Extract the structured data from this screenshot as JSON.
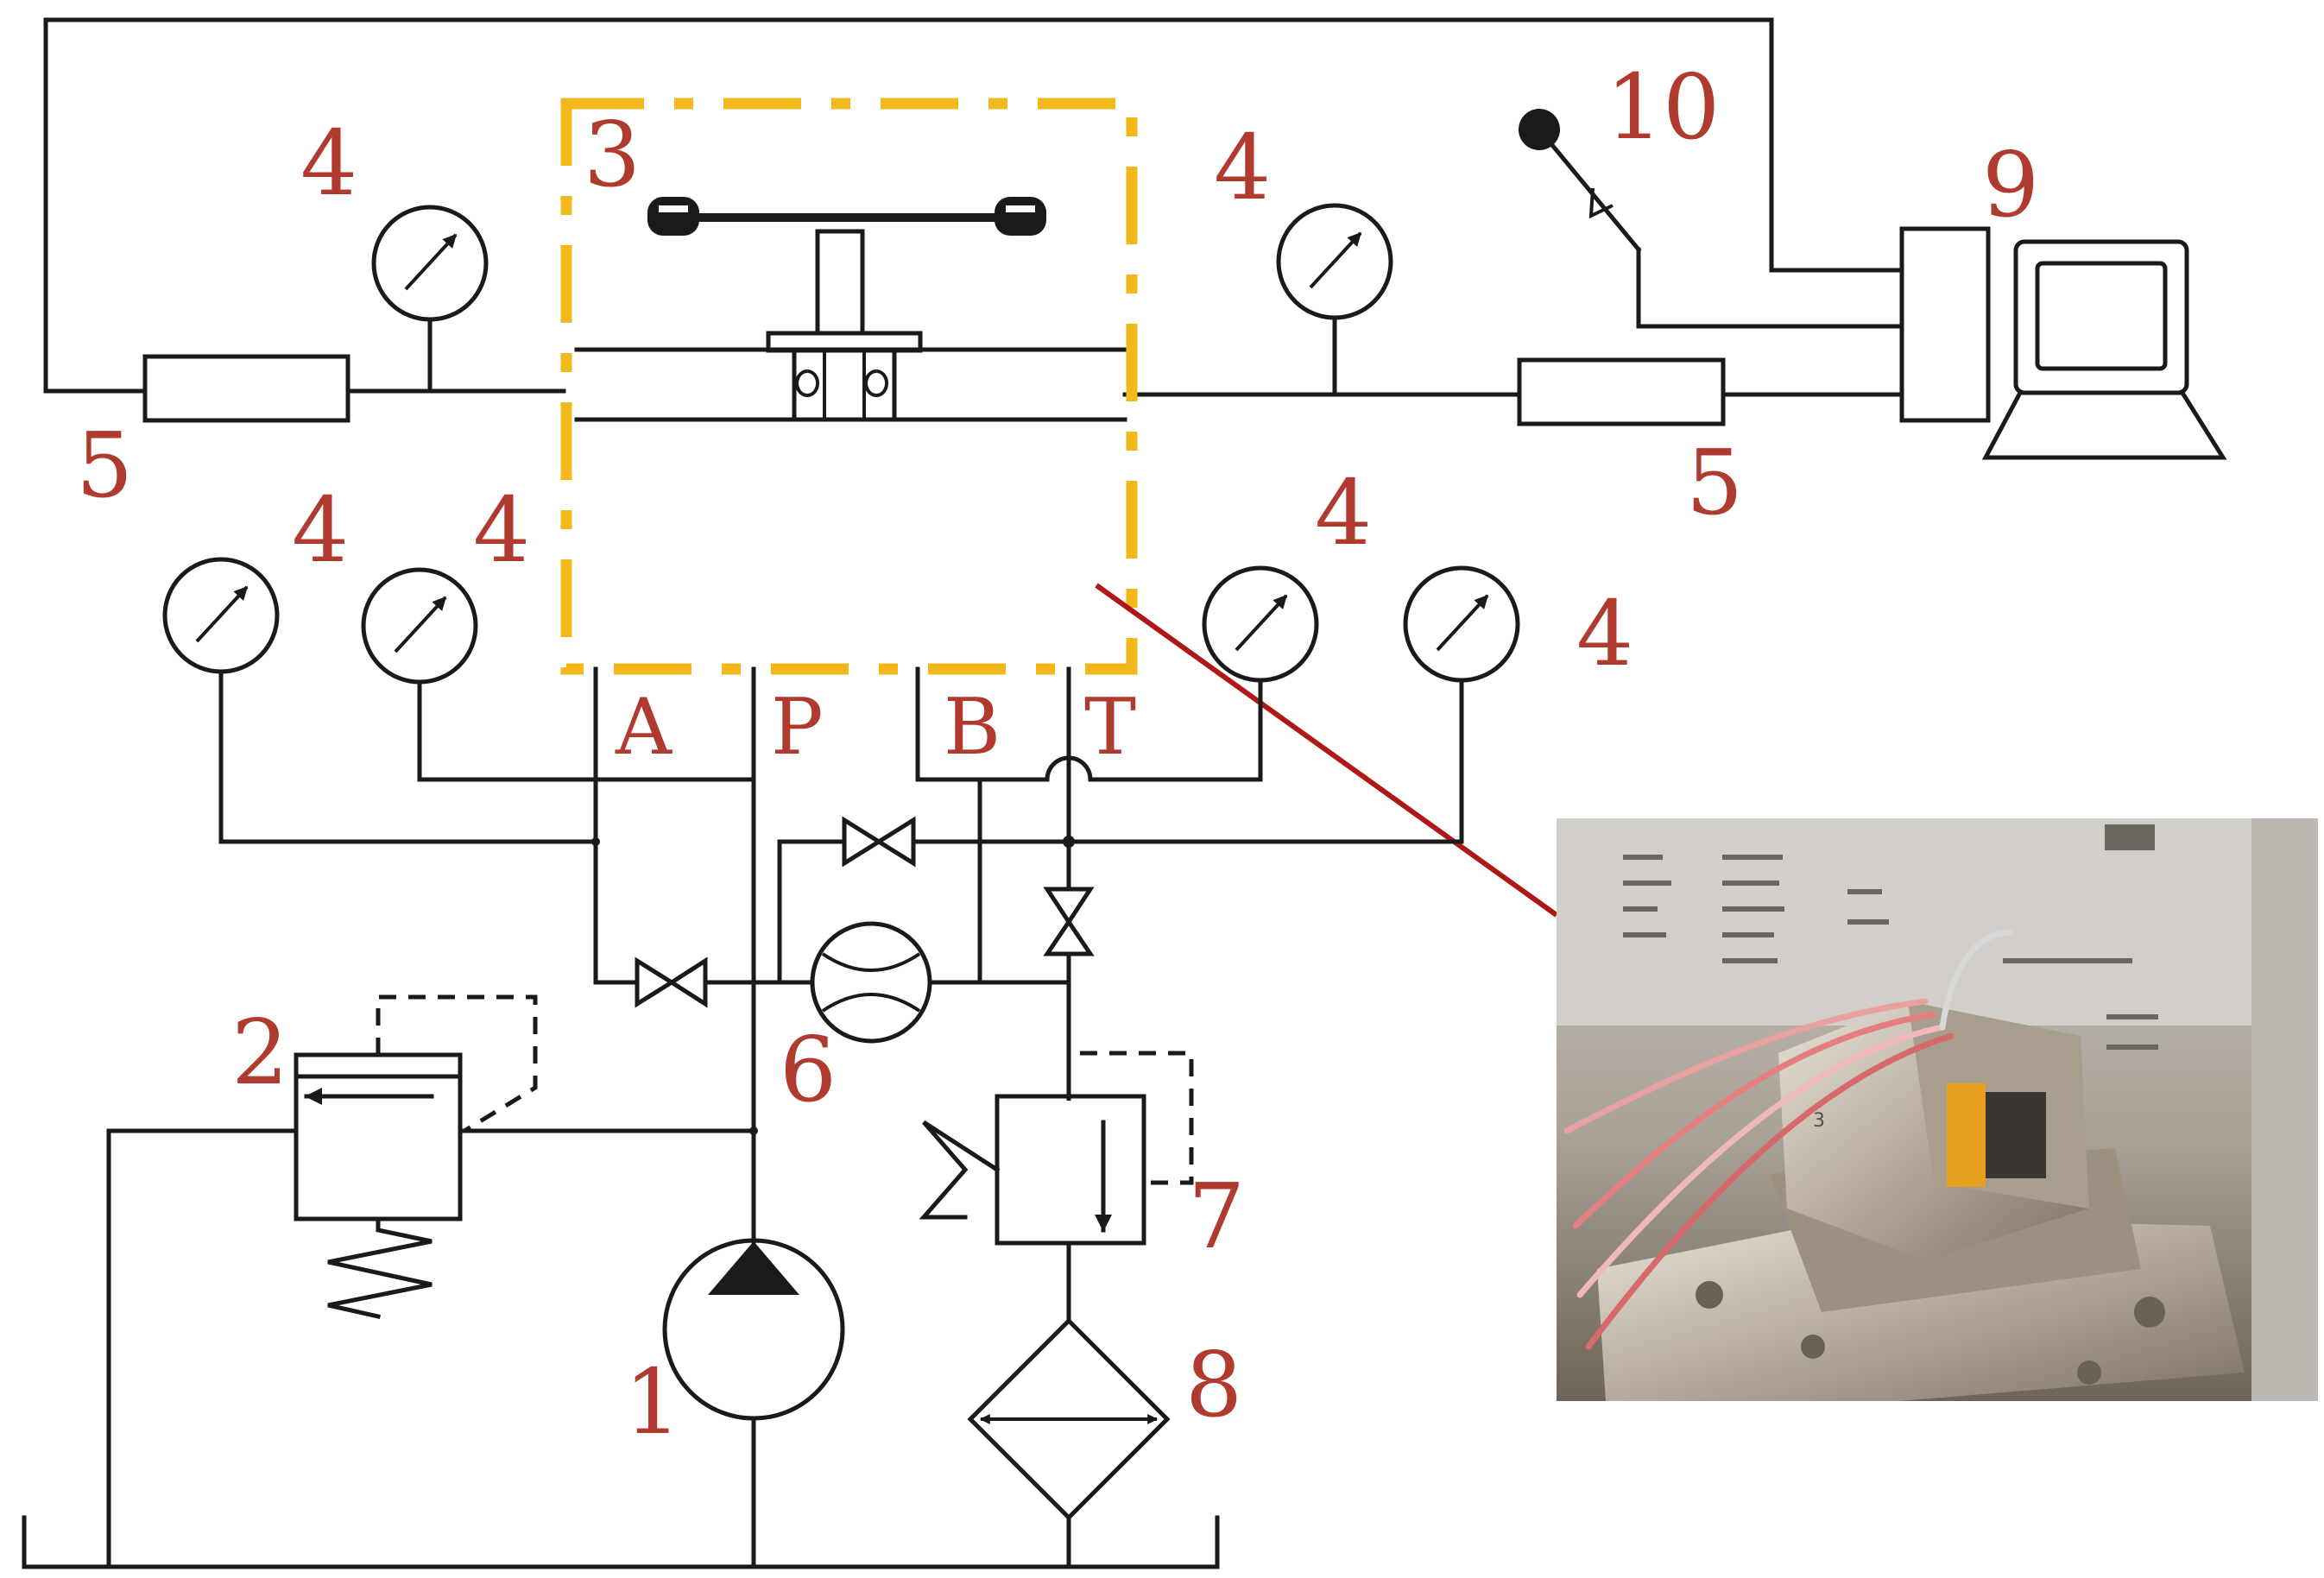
{
  "labels": {
    "pump": "1",
    "relief_valve": "2",
    "test_valve": "3",
    "gauge": "4",
    "sensor": "5",
    "flowmeter": "6",
    "back_pressure_valve": "7",
    "filter": "8",
    "computer": "9",
    "microphone": "10"
  },
  "ports": {
    "a": "A",
    "p": "P",
    "b": "B",
    "t": "T"
  },
  "colors": {
    "dashed_box": "#f2b81b",
    "label": "#b03a2e",
    "leader_line": "#b01818",
    "line": "#1a1a1a"
  },
  "icons": {
    "gauge": "pressure-gauge-icon",
    "valve": "gate-valve-icon",
    "computer": "computer-monitor-icon",
    "microphone": "microphone-icon"
  }
}
